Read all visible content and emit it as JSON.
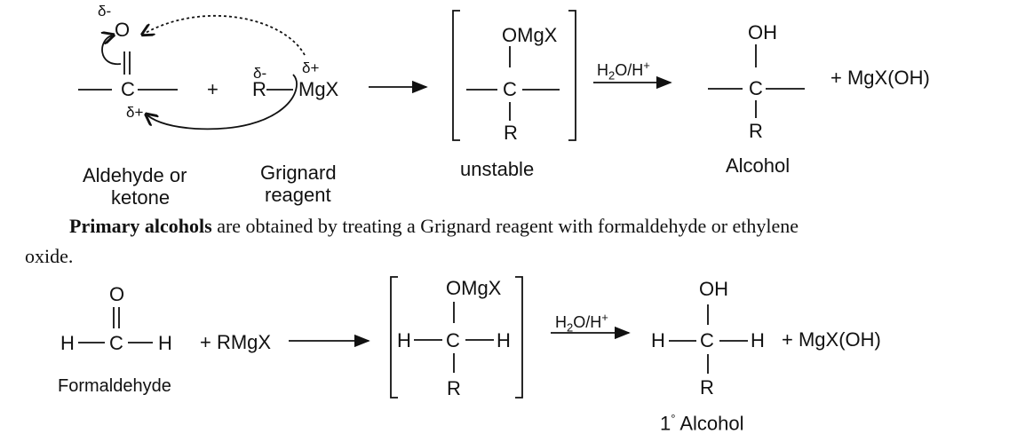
{
  "reaction1": {
    "delta_minus_o": "δ-",
    "oxygen": "O",
    "carbon": "C",
    "delta_plus_c": "δ+",
    "plus": "+",
    "delta_minus_r": "δ-",
    "r": "R",
    "delta_plus_mg": "δ+",
    "mgx": "MgX",
    "intermediate_top": "OMgX",
    "intermediate_center": "C",
    "intermediate_bottom": "R",
    "reagent_main": "H",
    "reagent_sub": "2",
    "reagent_mid": "O/H",
    "reagent_sup": "+",
    "product_top": "OH",
    "product_center": "C",
    "product_bottom": "R",
    "byproduct": "+  MgX(OH)",
    "label_reactant_1": "Aldehyde  or",
    "label_reactant_2": "ketone",
    "label_grignard_1": "Grignard",
    "label_grignard_2": "reagent",
    "label_intermediate": "unstable",
    "label_product": "Alcohol"
  },
  "paragraph": {
    "bold": "Primary alcohols",
    "rest_line1": " are obtained by treating a Grignard reagent with formaldehyde or ethylene",
    "line2": "oxide."
  },
  "reaction2": {
    "oxygen": "O",
    "h_left": "H",
    "carbon": "C",
    "h_right": "H",
    "reactant_label": "Formaldehyde",
    "plus_rmgx": "+  RMgX",
    "intermediate_top": "OMgX",
    "intermediate_h_left": "H",
    "intermediate_center": "C",
    "intermediate_h_right": "H",
    "intermediate_bottom": "R",
    "reagent_main": "H",
    "reagent_sub": "2",
    "reagent_mid": "O/H",
    "reagent_sup": "+",
    "product_top": "OH",
    "product_h_left": "H",
    "product_center": "C",
    "product_h_right": "H",
    "product_bottom": "R",
    "byproduct": "+  MgX(OH)",
    "product_label_num": "1",
    "product_label_deg": "°",
    "product_label": " Alcohol"
  }
}
